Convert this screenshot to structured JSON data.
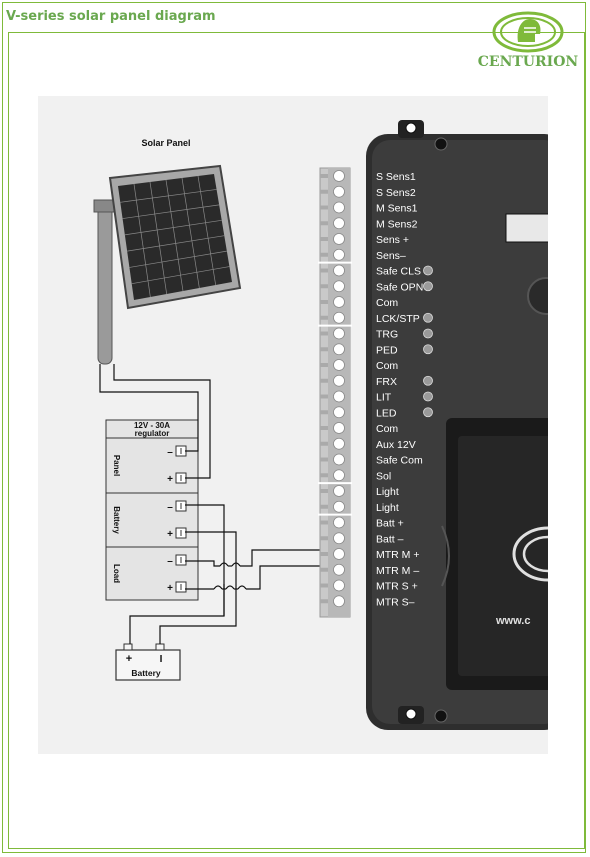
{
  "page": {
    "title": "V-series solar panel diagram",
    "logo_text": "CENTURION"
  },
  "diagram": {
    "solar_panel_label": "Solar Panel",
    "regulator_title_line1": "12V - 30A",
    "regulator_title_line2": "regulator",
    "regulator_sections": [
      {
        "label": "Panel",
        "terminals": [
          "–",
          "+"
        ]
      },
      {
        "label": "Battery",
        "terminals": [
          "–",
          "+"
        ]
      },
      {
        "label": "Load",
        "terminals": [
          "–",
          "+"
        ]
      }
    ],
    "battery_label": "Battery",
    "battery_plus": "+",
    "battery_minus": "I",
    "controller_terminals": [
      {
        "label": "S Sens1",
        "led": false
      },
      {
        "label": "S Sens2",
        "led": false
      },
      {
        "label": "M Sens1",
        "led": false
      },
      {
        "label": "M Sens2",
        "led": false
      },
      {
        "label": "Sens +",
        "led": false
      },
      {
        "label": "Sens–",
        "led": false
      },
      {
        "label": "Safe CLS",
        "led": true
      },
      {
        "label": "Safe OPN",
        "led": true
      },
      {
        "label": "Com",
        "led": false
      },
      {
        "label": "LCK/STP",
        "led": true
      },
      {
        "label": "TRG",
        "led": true
      },
      {
        "label": "PED",
        "led": true
      },
      {
        "label": "Com",
        "led": false
      },
      {
        "label": "FRX",
        "led": true
      },
      {
        "label": "LIT",
        "led": true
      },
      {
        "label": "LED",
        "led": true
      },
      {
        "label": "Com",
        "led": false
      },
      {
        "label": "Aux 12V",
        "led": false
      },
      {
        "label": "Safe Com",
        "led": false
      },
      {
        "label": "Sol",
        "led": false
      },
      {
        "label": "Light",
        "led": false
      },
      {
        "label": "Light",
        "led": false
      },
      {
        "label": "Batt +",
        "led": false
      },
      {
        "label": "Batt –",
        "led": false
      },
      {
        "label": "MTR M +",
        "led": false
      },
      {
        "label": "MTR M –",
        "led": false
      },
      {
        "label": "MTR S +",
        "led": false
      },
      {
        "label": "MTR S–",
        "led": false
      }
    ],
    "controller_url_fragment": "www.c"
  }
}
